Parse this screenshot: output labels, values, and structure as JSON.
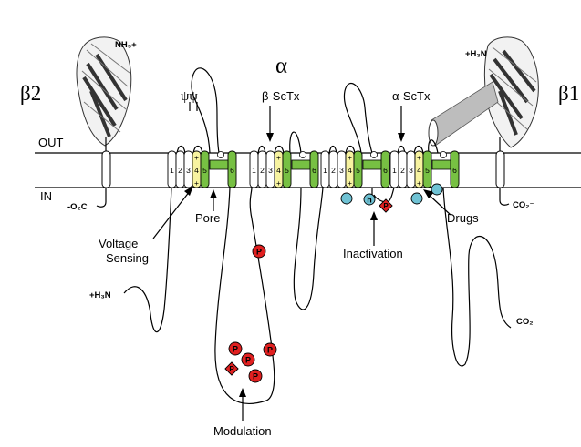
{
  "title": {
    "alpha": "α"
  },
  "subunits": {
    "beta2": "β2",
    "beta1": "β1"
  },
  "membrane": {
    "out_label": "OUT",
    "in_label": "IN"
  },
  "termini": {
    "b2_nh3": "NH₃+",
    "b1_h3n": "+H₃N",
    "b2_co2": "-O₂C",
    "b1_co2": "CO₂⁻",
    "alpha_h3n": "+H₃N",
    "alpha_co2": "CO₂⁻"
  },
  "toxins": {
    "beta_sctx": "β-ScTx",
    "alpha_sctx": "α-ScTx"
  },
  "glyco": "ψψ",
  "segment_labels": [
    "1",
    "2",
    "3",
    "4",
    "5",
    "6"
  ],
  "plus_sign": "+",
  "labels": {
    "pore": "Pore",
    "voltage": "Voltage",
    "sensing": "Sensing",
    "drugs": "Drugs",
    "inactivation": "Inactivation",
    "modulation": "Modulation"
  },
  "markers": {
    "p": "P",
    "h": "h"
  },
  "colors": {
    "segment_fill": "#ffffff",
    "s4_fill": "#f7f3a0",
    "pore_fill": "#77c043",
    "phospho_fill": "#e02020",
    "drug_site_fill": "#6fc2d4"
  }
}
